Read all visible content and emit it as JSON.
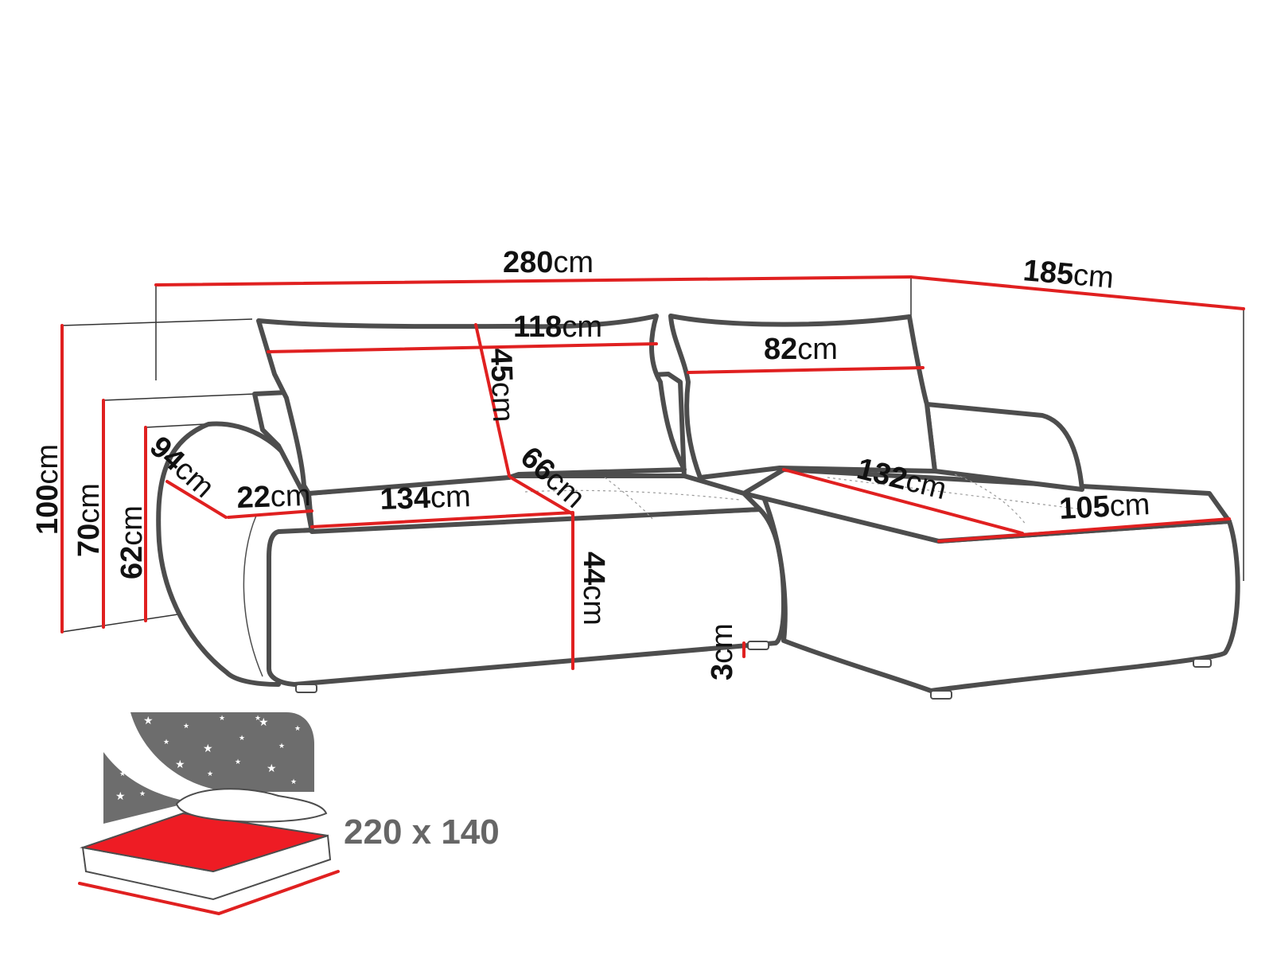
{
  "colors": {
    "outline": "#4d4d4d",
    "dimension_line": "#e02020",
    "text": "#111111",
    "bed_surface": "#ee1c24",
    "night_panel": "#6d6d6d",
    "bed_label": "#666666"
  },
  "dimensions": [
    {
      "id": "total-width",
      "value": "280",
      "unit": "cm"
    },
    {
      "id": "chaise-length",
      "value": "185",
      "unit": "cm"
    },
    {
      "id": "cushion-left-width",
      "value": "118",
      "unit": "cm"
    },
    {
      "id": "cushion-right-width",
      "value": "82",
      "unit": "cm"
    },
    {
      "id": "cushion-height",
      "value": "45",
      "unit": "cm"
    },
    {
      "id": "total-height",
      "value": "100",
      "unit": "cm"
    },
    {
      "id": "backrest-height",
      "value": "70",
      "unit": "cm"
    },
    {
      "id": "armrest-height",
      "value": "62",
      "unit": "cm"
    },
    {
      "id": "depth",
      "value": "94",
      "unit": "cm"
    },
    {
      "id": "armrest-width",
      "value": "22",
      "unit": "cm"
    },
    {
      "id": "seat-width",
      "value": "134",
      "unit": "cm"
    },
    {
      "id": "seat-depth",
      "value": "66",
      "unit": "cm"
    },
    {
      "id": "seat-height",
      "value": "44",
      "unit": "cm"
    },
    {
      "id": "leg-height",
      "value": "3",
      "unit": "cm"
    },
    {
      "id": "chaise-seat-length",
      "value": "132",
      "unit": "cm"
    },
    {
      "id": "chaise-width",
      "value": "105",
      "unit": "cm"
    }
  ],
  "bed": {
    "size_label": "220 x 140",
    "icons": [
      "night-sky-icon",
      "pillow-icon",
      "bed-mattress-icon"
    ]
  }
}
